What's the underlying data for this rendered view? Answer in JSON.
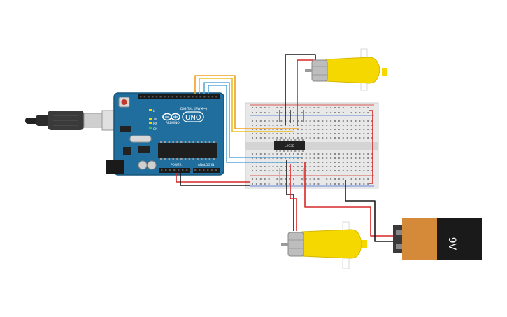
{
  "arduino": {
    "brand": "UNO",
    "logo_text": "ARDUINO",
    "digital_label": "DIGITAL (PWM~)",
    "power_label": "POWER",
    "analog_label": "ANALOG IN",
    "tx_label": "TX",
    "rx_label": "RX",
    "on_label": "ON",
    "l_label": "L",
    "board_color": "#1f6e9e"
  },
  "driver_ic": {
    "label": "L293D"
  },
  "battery": {
    "label": "9V"
  },
  "wire_colors": {
    "red": "#d62828",
    "black": "#1a1a1a",
    "orange": "#f0a020",
    "yellow": "#e8c020",
    "blue": "#5aa8d8",
    "green": "#2fa84f"
  },
  "motor_color": "#f5d800"
}
